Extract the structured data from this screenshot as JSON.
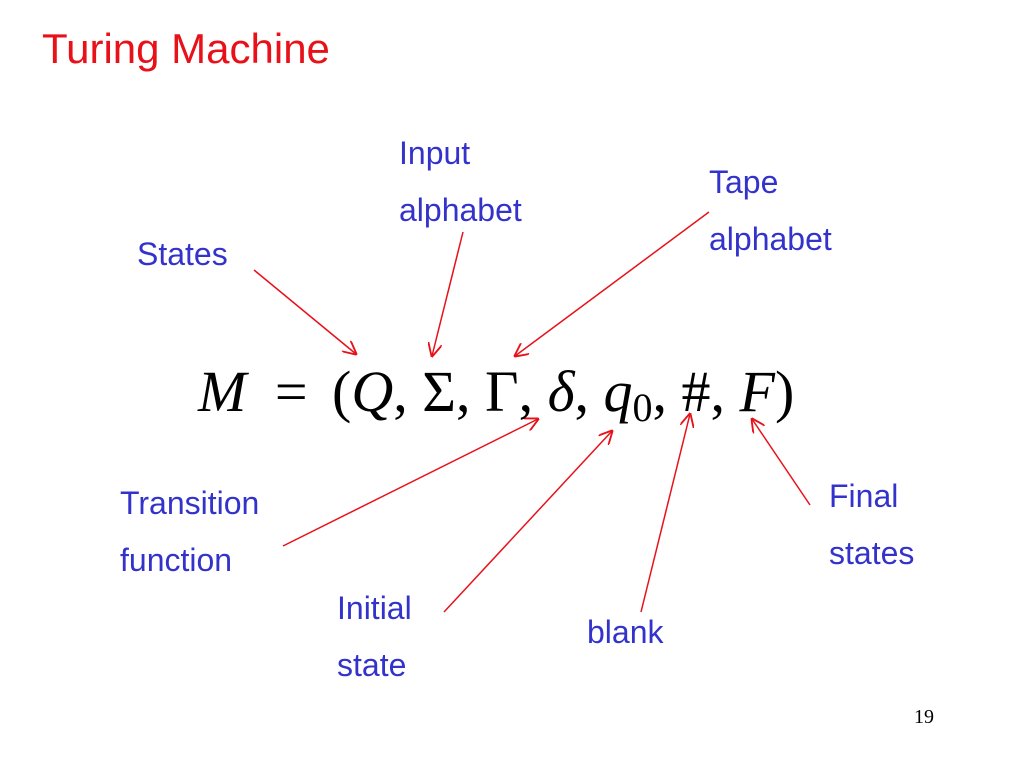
{
  "title": "Turing Machine",
  "colors": {
    "title": "#e8111a",
    "label": "#3333cc",
    "arrow": "#e8111a",
    "formula": "#000000"
  },
  "formula": {
    "M": "M",
    "equals": "=",
    "open_paren": "(",
    "Q": "Q",
    "comma1": ",",
    "Sigma": "Σ",
    "comma2": ",",
    "Gamma": "Γ",
    "comma3": ",",
    "delta": "δ",
    "comma4": ",",
    "q": "q",
    "q_sub": "0",
    "comma5": ",",
    "hash": "#",
    "comma6": ",",
    "F": "F",
    "close_paren": ")"
  },
  "labels": {
    "states": [
      "States"
    ],
    "input_alphabet": [
      "Input",
      "alphabet"
    ],
    "tape_alphabet": [
      "Tape",
      "alphabet"
    ],
    "transition_function": [
      "Transition",
      "function"
    ],
    "initial_state": [
      "Initial",
      "state"
    ],
    "blank": [
      "blank"
    ],
    "final_states": [
      "Final",
      "states"
    ]
  },
  "page_number": "19"
}
